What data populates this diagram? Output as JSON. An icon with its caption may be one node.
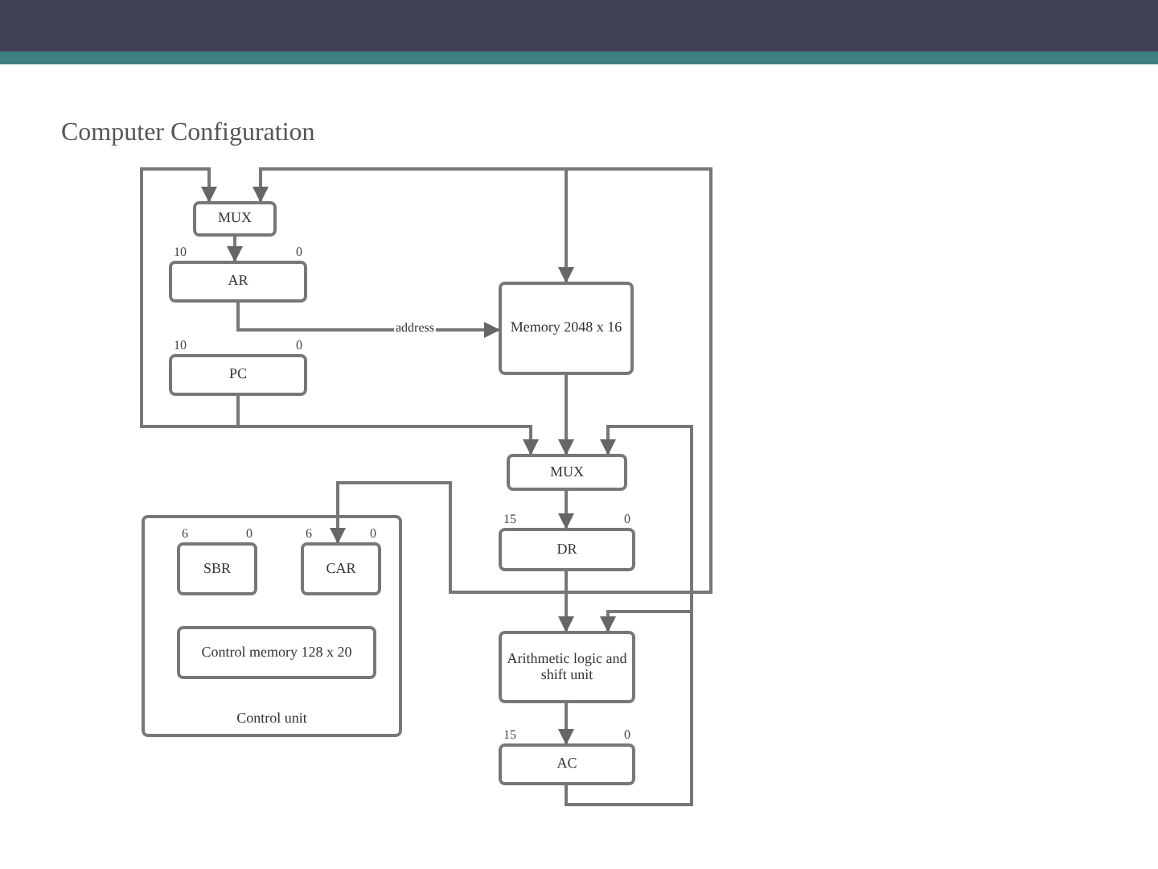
{
  "diagram": {
    "title": "Computer Configuration",
    "nodes": [
      {
        "text": [
          "MUX"
        ]
      },
      {
        "text": [
          "AR"
        ],
        "beside": [
          "10",
          "0"
        ]
      },
      {
        "text": [
          "PC"
        ],
        "beside": [
          "10",
          "0"
        ]
      },
      {
        "text": [
          "Memory 2048 x 16"
        ]
      },
      {
        "text": [
          "MUX"
        ]
      },
      {
        "text": [
          "DR"
        ],
        "beside": [
          "15",
          "0"
        ]
      },
      {
        "text": [
          "Arithmetic logic and shift unit"
        ]
      },
      {
        "text": [
          "AC"
        ],
        "beside": [
          "15",
          "0"
        ]
      },
      {
        "text": [
          "Control unit"
        ]
      },
      {
        "text": [
          "SBR"
        ],
        "beside": [
          "6",
          "0"
        ],
        "in": 8
      },
      {
        "text": [
          "CAR"
        ],
        "beside": [
          "6",
          "0"
        ],
        "in": 8
      },
      {
        "text": [
          "Control memory 128 x 20"
        ],
        "in": 8
      }
    ],
    "edges": [
      {
        "from": 0,
        "to": 1,
        "arrow": "to"
      },
      {
        "from": 1,
        "to": 3,
        "arrow": "to",
        "label": "address"
      },
      {
        "from": 2,
        "to": 4,
        "arrow": "to"
      },
      {
        "from": 2,
        "to": 0,
        "arrow": "to"
      },
      {
        "from": 5,
        "to": 0,
        "arrow": "to"
      },
      {
        "from": 5,
        "to": 3,
        "arrow": "to"
      },
      {
        "from": 3,
        "to": 4,
        "arrow": "to"
      },
      {
        "from": 4,
        "to": 5,
        "arrow": "to"
      },
      {
        "from": 5,
        "to": 6,
        "arrow": "to"
      },
      {
        "from": 6,
        "to": 7,
        "arrow": "to"
      },
      {
        "from": 7,
        "to": 4,
        "arrow": "to"
      },
      {
        "from": 7,
        "to": 6,
        "arrow": "to"
      },
      {
        "from": 5,
        "to": 10,
        "arrow": "to"
      }
    ]
  }
}
